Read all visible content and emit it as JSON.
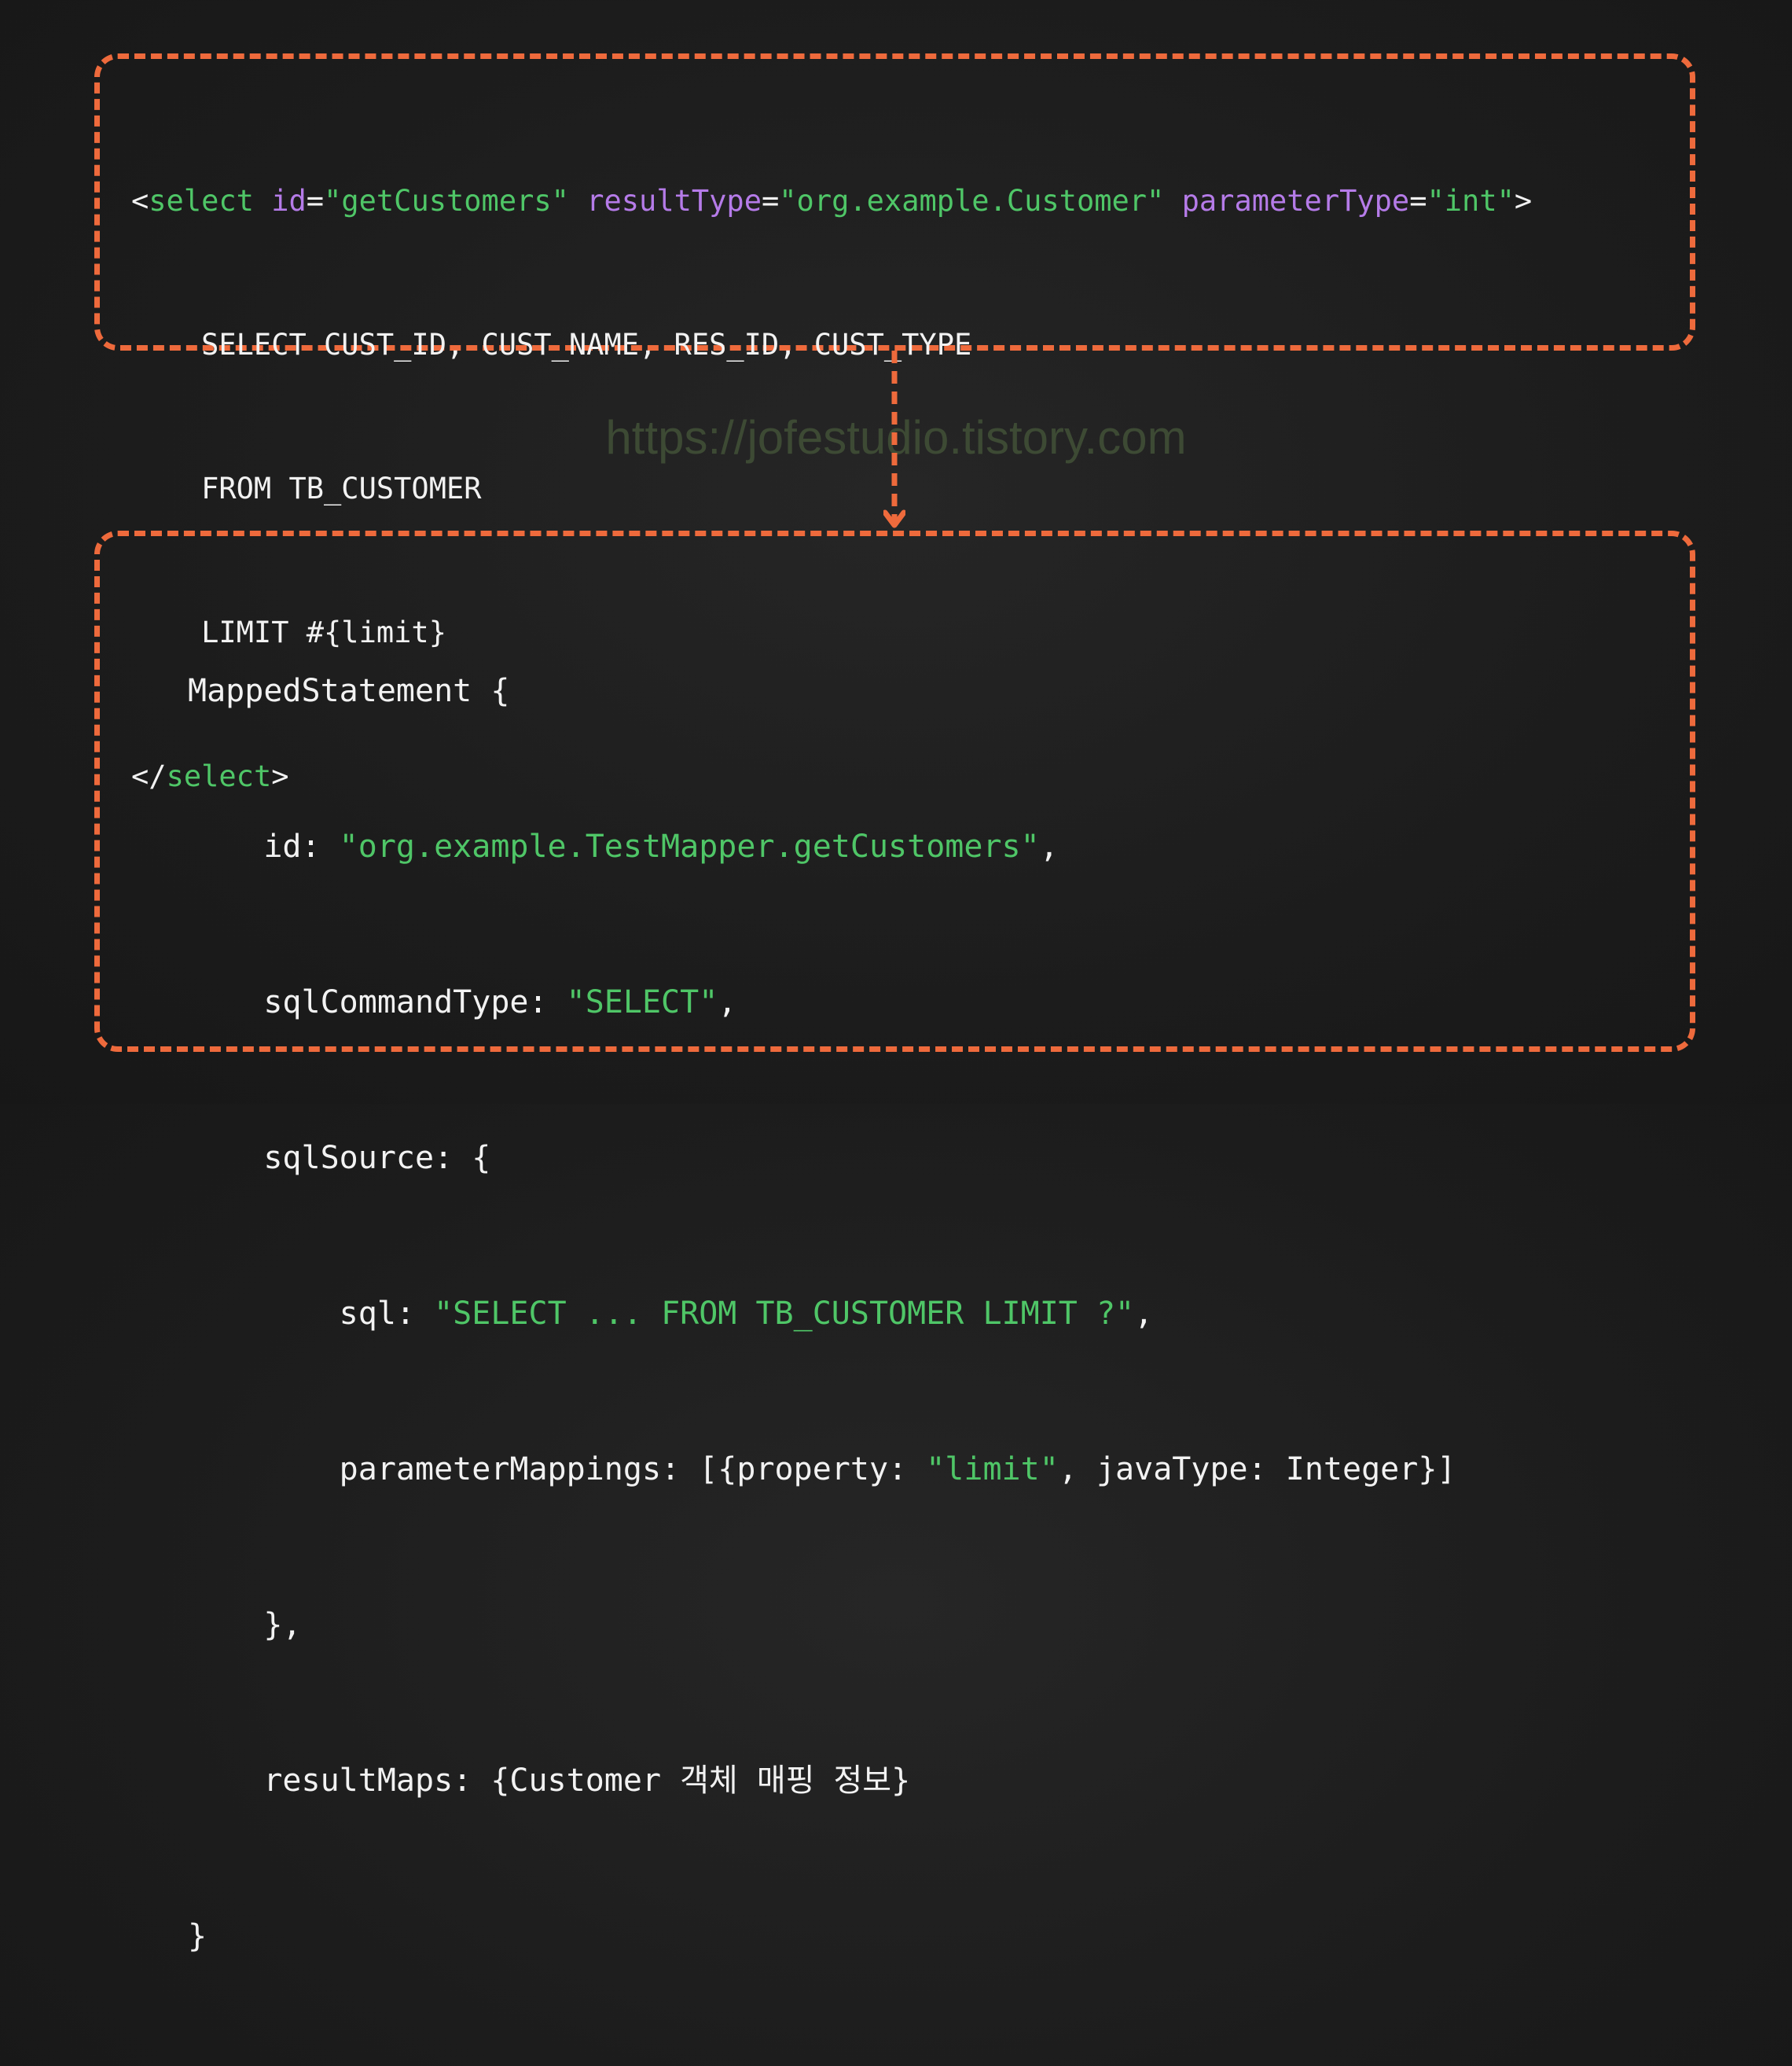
{
  "watermark": "https://jofestudio.tistory.com",
  "colors": {
    "border": "#ee6a3c",
    "tag": "#4fc667",
    "attribute": "#b57be8",
    "string": "#4fc667",
    "text": "#f2f2f2",
    "background": "#1e1e1e"
  },
  "xml": {
    "open_lt": "<",
    "tag_name": "select",
    "space1": " ",
    "attr_id": "id",
    "eq1": "=",
    "val_id": "\"getCustomers\"",
    "space2": " ",
    "attr_result": "resultType",
    "eq2": "=",
    "val_result": "\"org.example.Customer\"",
    "space3": " ",
    "attr_param": "parameterType",
    "eq3": "=",
    "val_param": "\"int\"",
    "open_gt": ">",
    "line2": "    SELECT CUST_ID, CUST_NAME, RES_ID, CUST_TYPE",
    "line3": "    FROM TB_CUSTOMER",
    "line4": "    LIMIT #{limit}",
    "close_lt": "</",
    "close_tag": "select",
    "close_gt": ">"
  },
  "mapped": {
    "line1": "MappedStatement {",
    "id_key": "    id: ",
    "id_val": "\"org.example.TestMapper.getCustomers\"",
    "id_end": ",",
    "cmd_key": "    sqlCommandType: ",
    "cmd_val": "\"SELECT\"",
    "cmd_end": ",",
    "src_key": "    sqlSource: {",
    "sql_key": "        sql: ",
    "sql_val": "\"SELECT ... FROM TB_CUSTOMER LIMIT ?\"",
    "sql_end": ",",
    "pm_key": "        parameterMappings: [{property: ",
    "pm_val": "\"limit\"",
    "pm_end": ", javaType: Integer}]",
    "src_close": "    },",
    "rm_line": "    resultMaps: {Customer 객체 매핑 정보}",
    "close": "}"
  }
}
